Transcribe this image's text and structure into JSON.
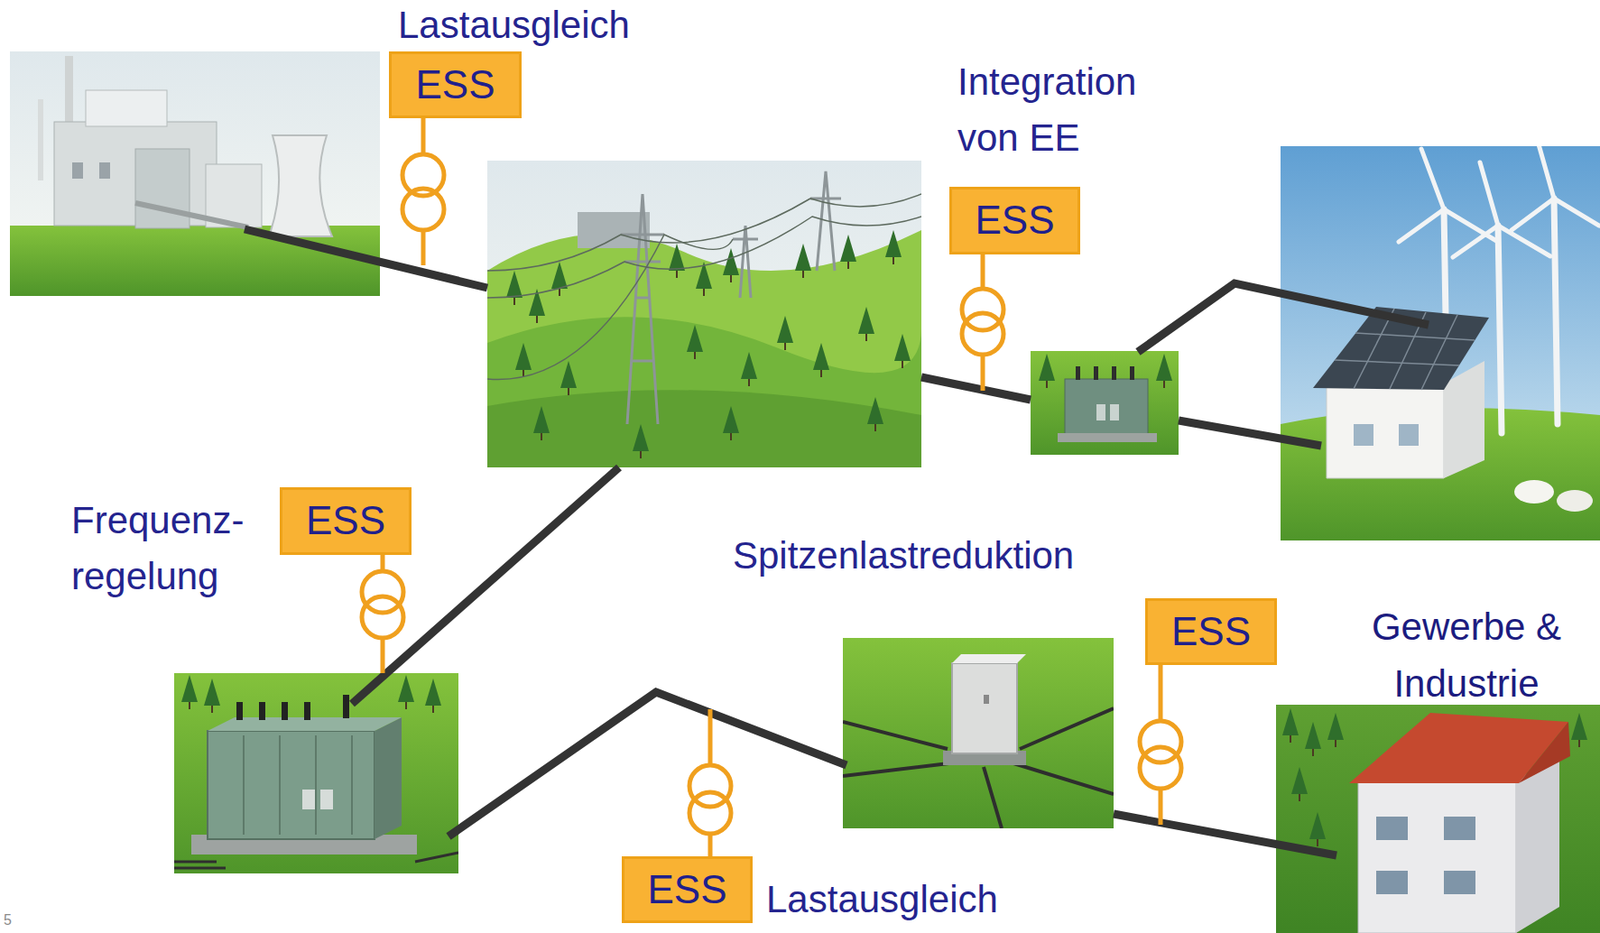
{
  "diagram": {
    "nodes": [
      {
        "text": [
          "ESS"
        ]
      },
      {
        "text": [
          "ESS"
        ]
      },
      {
        "text": [
          "ESS"
        ]
      },
      {
        "text": [
          "ESS"
        ]
      },
      {
        "text": [
          "ESS"
        ]
      }
    ],
    "labels": [
      "Lastausgleich",
      "Integration von EE",
      "Frequenz- regelung",
      "Spitzenlastreduktion",
      "Gewerbe & Industrie",
      "Lastausgleich",
      "5"
    ]
  }
}
